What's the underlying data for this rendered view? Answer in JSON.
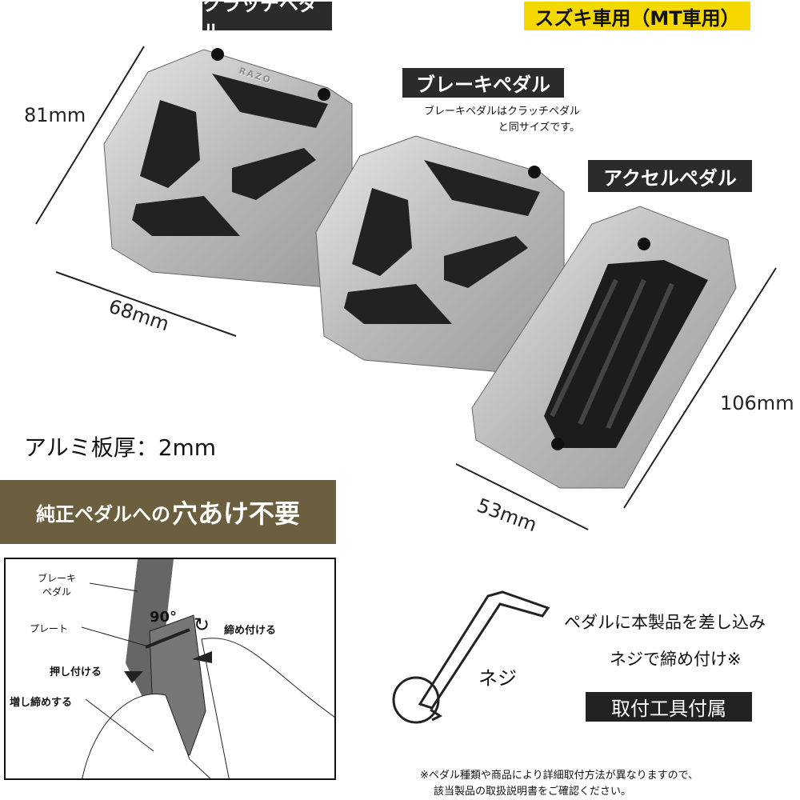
{
  "labels": {
    "clutch": "クラッチペダル",
    "vehicle": "スズキ車用（MT車用）",
    "brake": "ブレーキペダル",
    "brake_note_1": "ブレーキペダルはクラッチペダル",
    "brake_note_2": "と同サイズです。",
    "accel": "アクセルペダル"
  },
  "dimensions": {
    "clutch_height": "81mm",
    "clutch_width": "68mm",
    "accel_height": "106mm",
    "accel_width": "53mm"
  },
  "thickness": "アルミ板厚：2mm",
  "banner": {
    "part1": "純正ペダルへの",
    "part2": "穴あけ不要"
  },
  "brand": "RAZO",
  "diagram": {
    "brake_pedal": "ブレーキ\nペダル",
    "plate": "プレート",
    "angle": "90°",
    "tighten": "締め付ける",
    "press": "押し付ける",
    "retighten": "増し締めする"
  },
  "install": {
    "screw": "ネジ",
    "line1": "ペダルに本製品を差し込み",
    "line2": "ネジで締め付け※",
    "tool_included": "取付工具付属",
    "note1": "※ペダル種類や商品により詳細取付方法が異なりますので、",
    "note2": "該当製品の取扱説明書をご確認ください。"
  },
  "colors": {
    "label_bg": "#2b2b2b",
    "vehicle_bg": "#f5d800",
    "banner_bg": "#6b5f3f"
  }
}
